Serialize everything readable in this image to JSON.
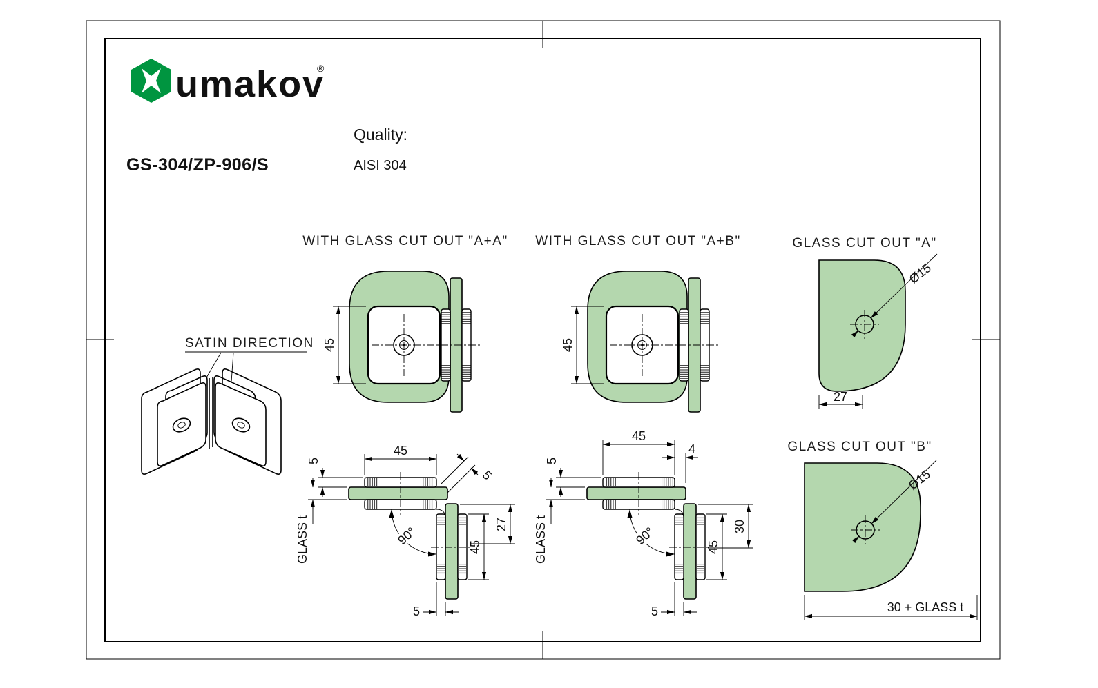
{
  "header": {
    "brand": "umakov",
    "reg": "®",
    "part_number": "GS-304/ZP-906/S",
    "quality_label": "Quality:",
    "quality_value": "AISI 304"
  },
  "titles": {
    "view_aa": "WITH GLASS CUT OUT \"A+A\"",
    "view_ab": "WITH GLASS CUT OUT \"A+B\"",
    "cutout_a": "GLASS CUT OUT \"A\"",
    "cutout_b": "GLASS CUT OUT \"B\"",
    "satin": "SATIN DIRECTION"
  },
  "colors": {
    "glass": "#b4d7ae",
    "logo_green": "#009540",
    "logo_text_green": "#006b33",
    "line": "#000000"
  },
  "dims": {
    "aa_front_height": "45",
    "ab_front_height": "45",
    "a_hole_dia": "Ø15",
    "a_width": "27",
    "b_hole_dia": "Ø15",
    "b_width": "30 + GLASS t",
    "aa_top_width": "45",
    "aa_plate_thickness": "5",
    "aa_glass_thickness": "GLASS t",
    "aa_corner_gap": "5",
    "aa_angle": "90°",
    "aa_leg_height": "45",
    "aa_cut_depth": "27",
    "aa_bottom_offset": "5",
    "ab_top_width": "45",
    "ab_plate_thickness": "5",
    "ab_glass_thickness": "GLASS t",
    "ab_corner_gap": "4",
    "ab_angle": "90°",
    "ab_leg_height": "45",
    "ab_cut_depth": "30",
    "ab_bottom_offset": "5"
  }
}
